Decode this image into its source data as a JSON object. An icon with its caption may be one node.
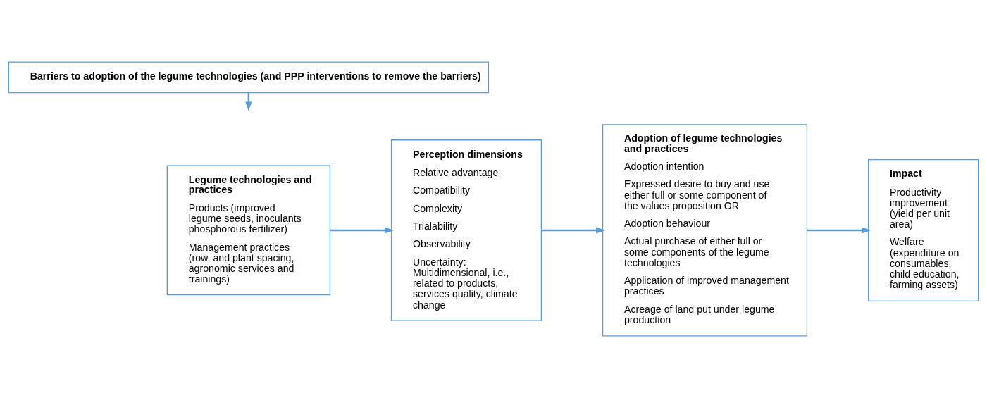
{
  "diagram": {
    "nodes": [
      {
        "text": [
          "Barriers to adoption of the legume technologies (and PPP interventions to remove the barriers)"
        ]
      },
      {
        "text": [
          "Legume technologies and practices",
          "Products (improved legume seeds, inoculants phosphorous fertilizer)",
          "Management practices (row, and plant spacing, agronomic services and trainings)"
        ]
      },
      {
        "text": [
          "Perception dimensions",
          "Relative advantage",
          "Compatibility",
          "Complexity",
          "Trialability",
          "Observability",
          "Uncertainty: Multidimensional, i.e., related to products, services quality, climate change"
        ]
      },
      {
        "text": [
          "Adoption of legume technologies and practices",
          "Adoption intention",
          "Expressed desire to buy and use either full or some component of the values proposition OR",
          "Adoption behaviour",
          "Actual purchase of either full or some components of the legume technologies",
          "Application of improved management practices",
          "Acreage of land put under legume production"
        ]
      },
      {
        "text": [
          "Impact",
          "Productivity improvement (yield per unit area)",
          "Welfare (expenditure on consumables, child education, farming assets)"
        ]
      }
    ],
    "edges": [
      {
        "from": 0,
        "to": null,
        "arrow": "to"
      },
      {
        "from": 1,
        "to": 2,
        "arrow": "to"
      },
      {
        "from": 2,
        "to": 3,
        "arrow": "to"
      },
      {
        "from": 3,
        "to": 4,
        "arrow": "to"
      }
    ]
  }
}
